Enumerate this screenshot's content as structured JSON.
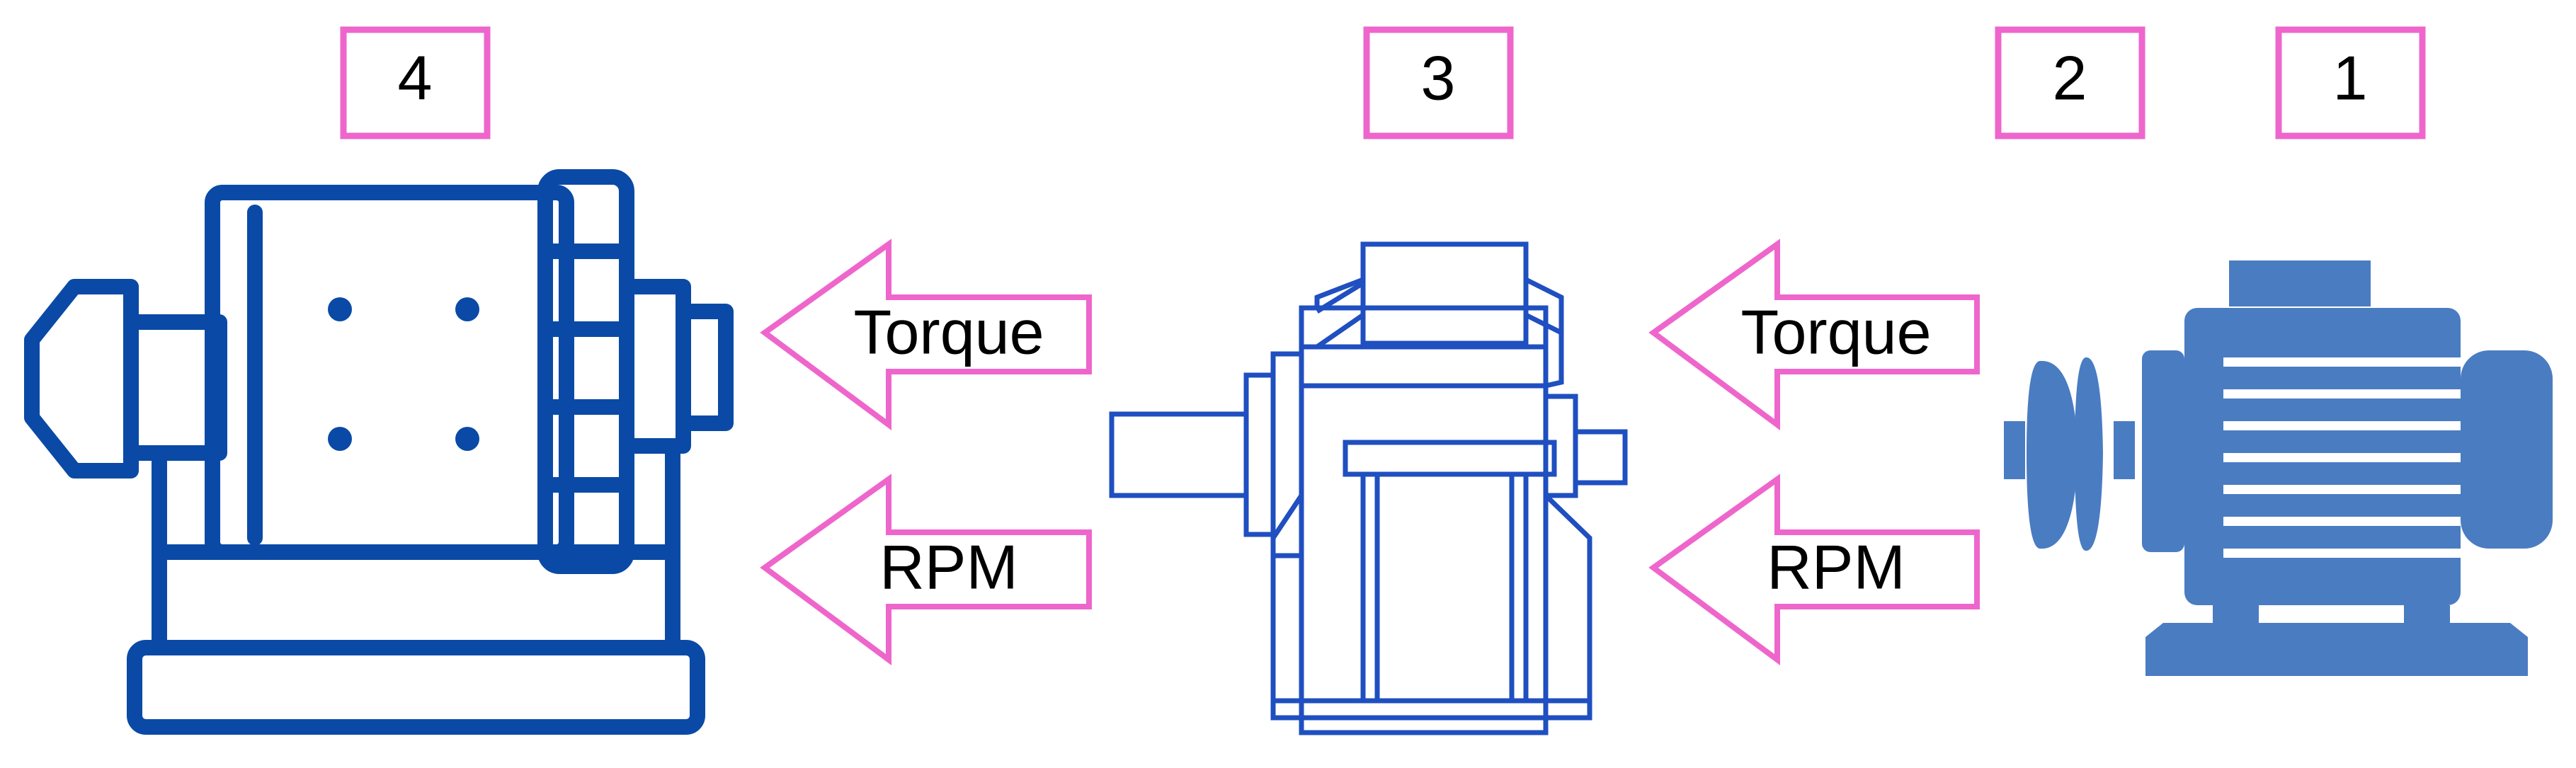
{
  "labels": {
    "l4": "4",
    "l3": "3",
    "l2": "2",
    "l1": "1"
  },
  "arrows": {
    "left_torque": "Torque",
    "left_rpm": "RPM",
    "right_torque": "Torque",
    "right_rpm": "RPM"
  },
  "colors": {
    "label_border": "#ee66cc",
    "arrow_outline": "#ee66cc",
    "machine_navy": "#0a4aa6",
    "gearbox_blue": "#1f4fc0",
    "motor_blue": "#4a7cc2"
  },
  "icons": {
    "device_4": "rotary-machine-icon",
    "device_3": "gearbox-icon",
    "device_1": "electric-motor-icon"
  }
}
